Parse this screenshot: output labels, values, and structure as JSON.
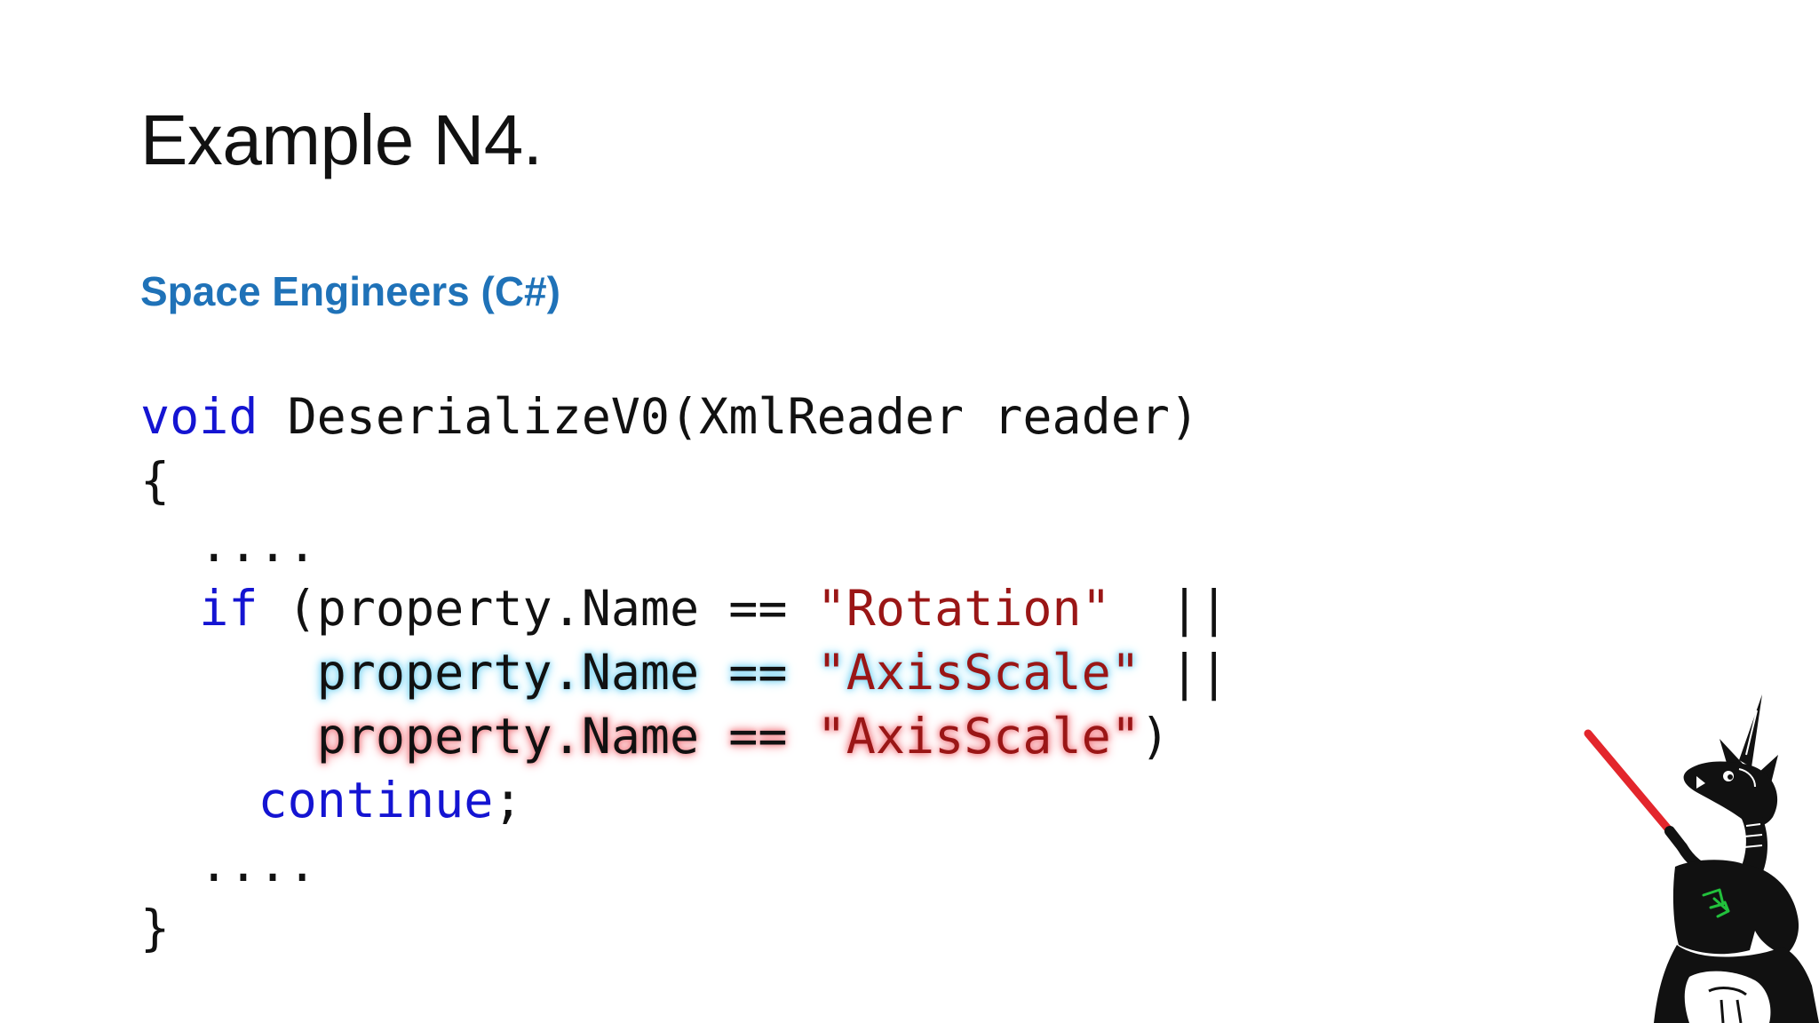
{
  "slide": {
    "title": "Example N4.",
    "subtitle": "Space Engineers (C#)"
  },
  "code": {
    "line1": {
      "kw": "void",
      "rest": " DeserializeV0(XmlReader reader)"
    },
    "line2": {
      "text": "{"
    },
    "line3": {
      "indent": "  ",
      "text": "...."
    },
    "line4": {
      "indent": "  ",
      "kw": "if",
      "mid": " (property.Name == ",
      "str": "\"Rotation\"",
      "tail": "  ||"
    },
    "line5": {
      "indent": "      ",
      "hl_code": "property.Name ==",
      "sep": " ",
      "hl_str": "\"AxisScale\"",
      "tail": " ||"
    },
    "line6": {
      "indent": "      ",
      "hl_code": "property.Name ==",
      "sep": " ",
      "hl_str": "\"AxisScale\"",
      "tail": ")"
    },
    "line7": {
      "indent": "    ",
      "kw": "continue",
      "tail": ";"
    },
    "line8": {
      "indent": "  ",
      "text": "...."
    },
    "line9": {
      "text": "}"
    }
  },
  "colors": {
    "subtitle": "#1f72b8",
    "keyword": "#1414d2",
    "string": "#9a1616",
    "highlight_blue": "#8fdcf6",
    "highlight_red": "#f48f96",
    "lightsaber": "#e3262c",
    "mascot_logo": "#22c03c"
  },
  "mascot": {
    "icon": "unicorn-mascot-icon"
  }
}
